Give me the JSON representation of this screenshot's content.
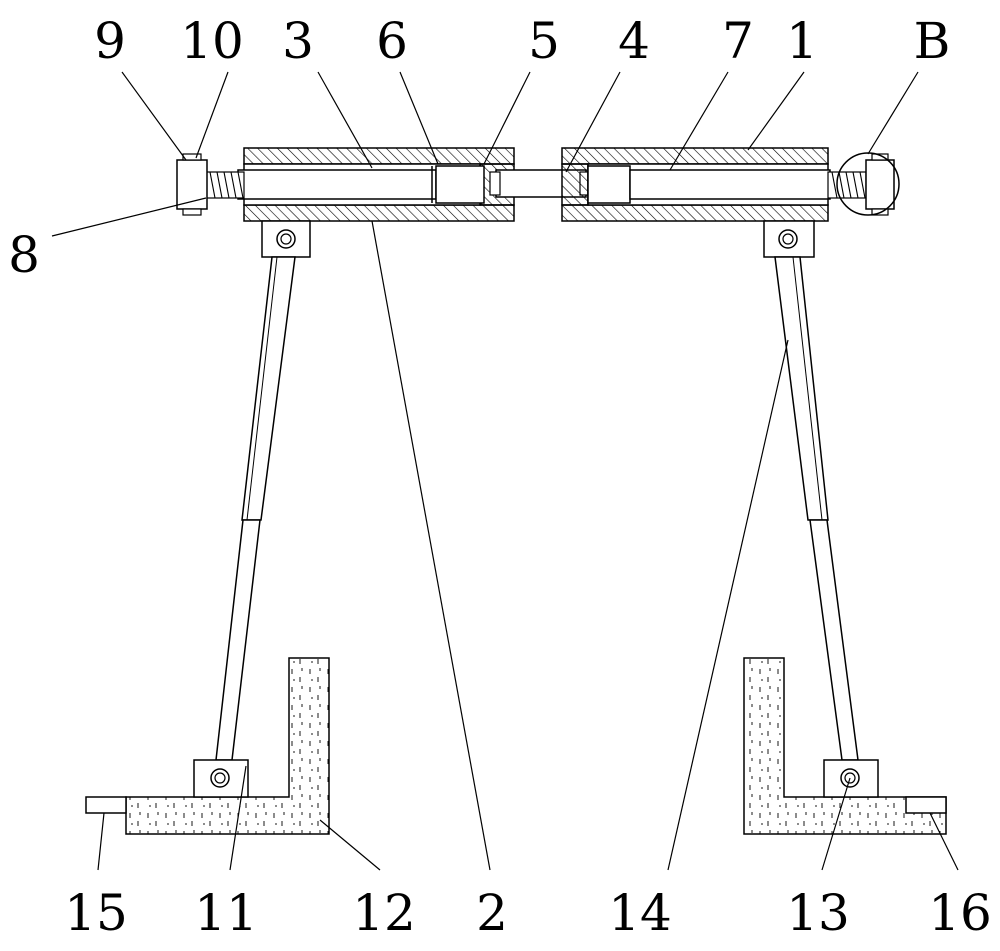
{
  "labels": {
    "l1": "1",
    "l2": "2",
    "l3": "3",
    "l4": "4",
    "l5": "5",
    "l6": "6",
    "l7": "7",
    "l8": "8",
    "l9": "9",
    "l10": "10",
    "l11": "11",
    "l12": "12",
    "l13": "13",
    "l14": "14",
    "l15": "15",
    "l16": "16",
    "lB": "B"
  }
}
